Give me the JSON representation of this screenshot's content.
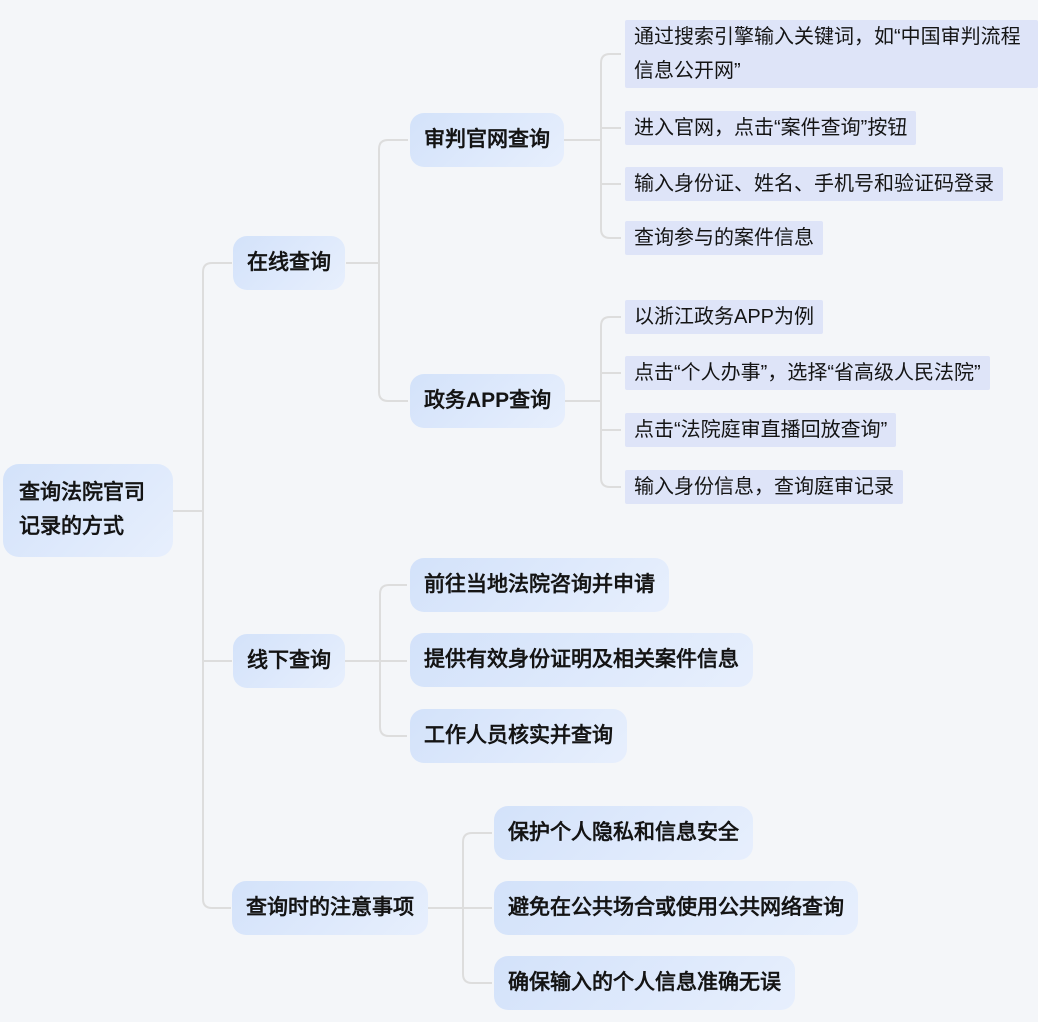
{
  "theme": {
    "page_bg": "#f4f6f9",
    "node_gradient_start": "#d3e2fa",
    "node_gradient_end": "#e7effd",
    "leaf_bg": "#dee4f8",
    "text_color": "#141414",
    "connector_color": "#dddddd"
  },
  "mindmap": {
    "root": {
      "label": "查询法院官司\n记录的方式"
    },
    "branches": [
      {
        "label": "在线查询",
        "children": [
          {
            "label": "审判官网查询",
            "steps": [
              "通过搜索引擎输入关键词，如“中国审判流程\n信息公开网”",
              "进入官网，点击“案件查询”按钮",
              "输入身份证、姓名、手机号和验证码登录",
              "查询参与的案件信息"
            ]
          },
          {
            "label": "政务APP查询",
            "steps": [
              "以浙江政务APP为例",
              "点击“个人办事”，选择“省高级人民法院”",
              "点击“法院庭审直播回放查询”",
              "输入身份信息，查询庭审记录"
            ]
          }
        ]
      },
      {
        "label": "线下查询",
        "children": [
          {
            "label": "前往当地法院咨询并申请"
          },
          {
            "label": "提供有效身份证明及相关案件信息"
          },
          {
            "label": "工作人员核实并查询"
          }
        ]
      },
      {
        "label": "查询时的注意事项",
        "children": [
          {
            "label": "保护个人隐私和信息安全"
          },
          {
            "label": "避免在公共场合或使用公共网络查询"
          },
          {
            "label": "确保输入的个人信息准确无误"
          }
        ]
      }
    ]
  }
}
